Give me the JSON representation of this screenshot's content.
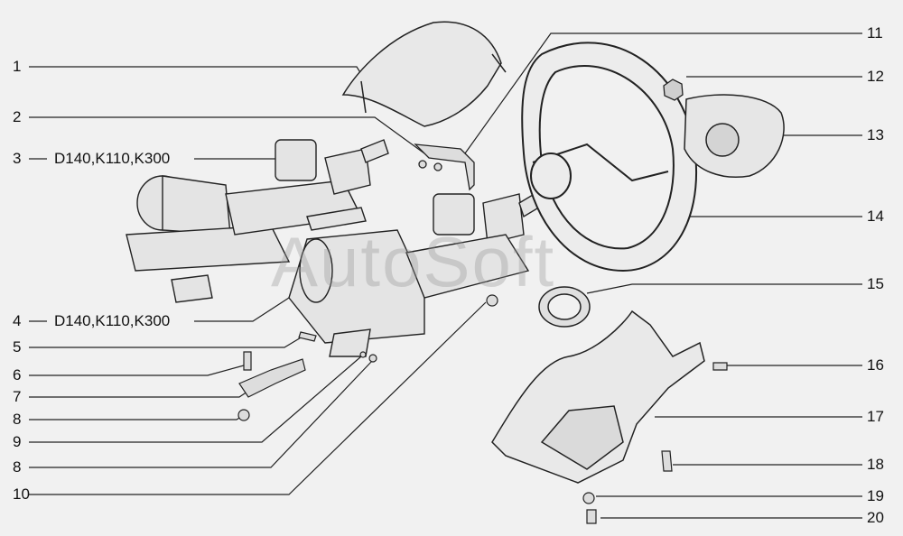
{
  "watermark": "AutoSoft",
  "callouts_left": [
    {
      "num": "1",
      "text": ""
    },
    {
      "num": "2",
      "text": ""
    },
    {
      "num": "3",
      "text": "D140,K110,K300"
    },
    {
      "num": "4",
      "text": "D140,K110,K300"
    },
    {
      "num": "5",
      "text": ""
    },
    {
      "num": "6",
      "text": ""
    },
    {
      "num": "7",
      "text": ""
    },
    {
      "num": "8",
      "text": ""
    },
    {
      "num": "9",
      "text": ""
    },
    {
      "num": "8",
      "text": ""
    },
    {
      "num": "10",
      "text": ""
    }
  ],
  "callouts_right": [
    {
      "num": "11"
    },
    {
      "num": "12"
    },
    {
      "num": "13"
    },
    {
      "num": "14"
    },
    {
      "num": "15"
    },
    {
      "num": "16"
    },
    {
      "num": "17"
    },
    {
      "num": "18"
    },
    {
      "num": "19"
    },
    {
      "num": "20"
    }
  ]
}
